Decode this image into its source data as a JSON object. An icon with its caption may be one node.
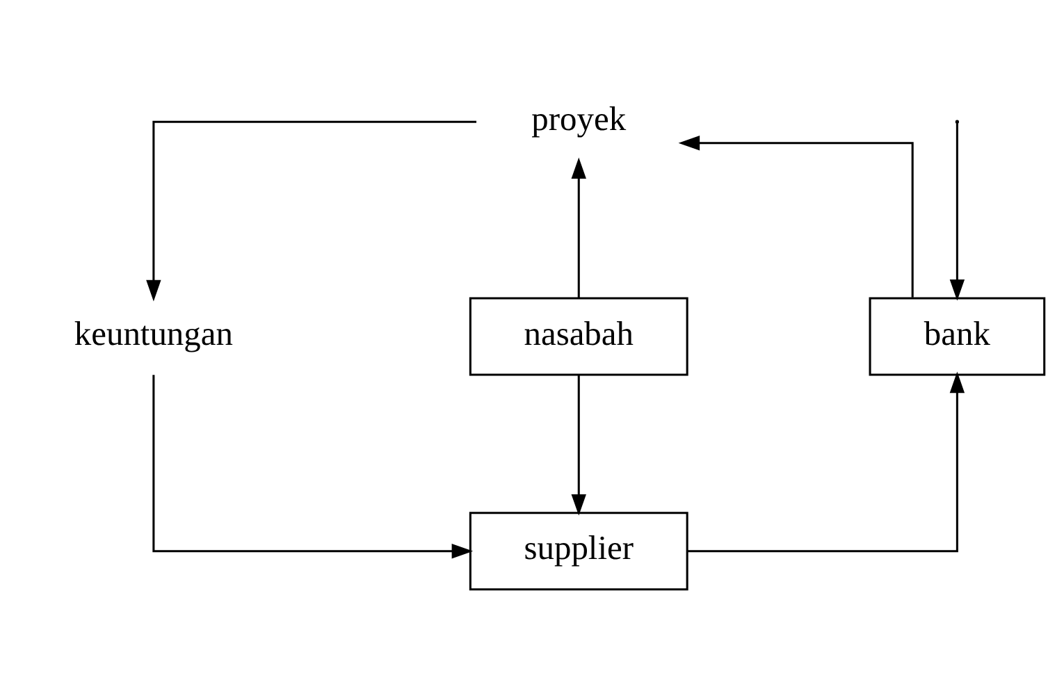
{
  "diagram": {
    "nodes": [
      {
        "text": [
          "proyek"
        ]
      },
      {
        "text": [
          "nasabah"
        ]
      },
      {
        "text": [
          "keuntungan"
        ]
      },
      {
        "text": [
          "bank"
        ]
      },
      {
        "text": [
          "supplier"
        ]
      }
    ],
    "edges": [
      {
        "from": 1,
        "to": 0,
        "arrow": "to"
      },
      {
        "from": 3,
        "to": 0,
        "arrow": "to"
      },
      {
        "from": 0,
        "to": 2,
        "arrow": "to"
      },
      {
        "from": 2,
        "to": 4,
        "arrow": "to"
      },
      {
        "from": 1,
        "to": 4,
        "arrow": "to"
      },
      {
        "from": 4,
        "to": 3,
        "arrow": "to"
      },
      {
        "from": null,
        "to": 3,
        "arrow": "to"
      }
    ]
  }
}
